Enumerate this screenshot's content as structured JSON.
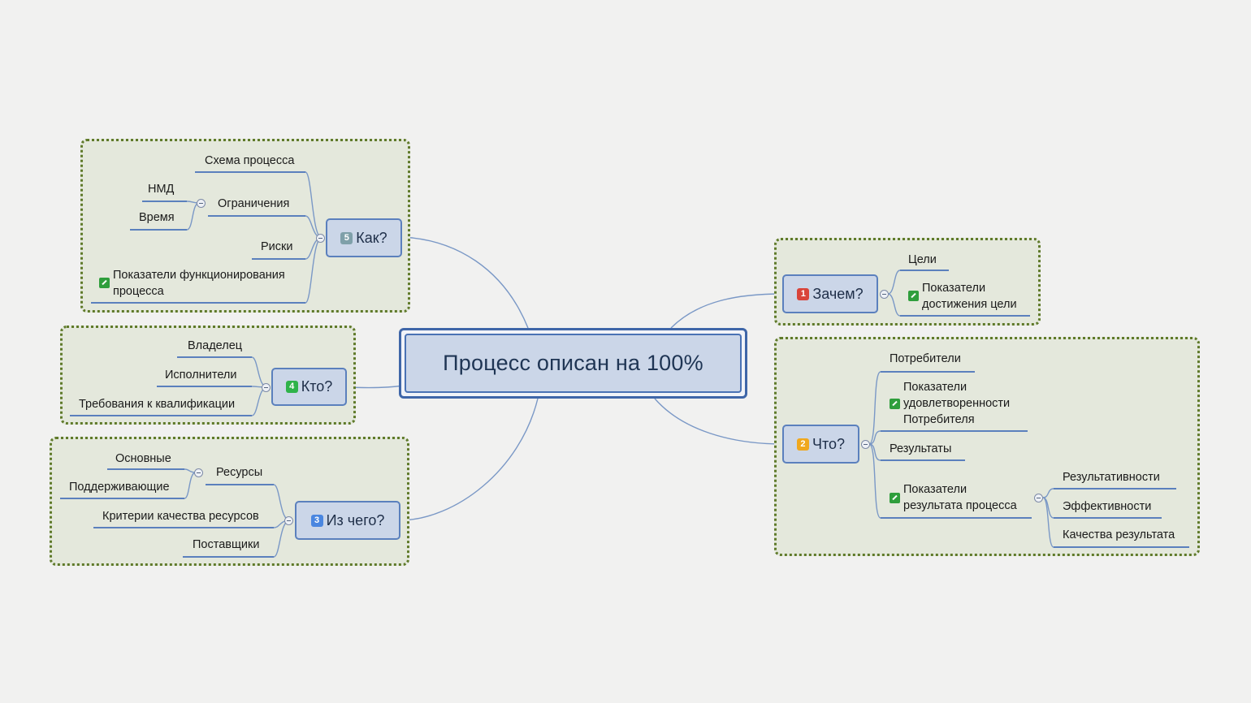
{
  "central": "Процесс описан на 100%",
  "topics": {
    "kak": {
      "num": "5",
      "label": "Как?",
      "color": "#7fa0a9"
    },
    "kto": {
      "num": "4",
      "label": "Кто?",
      "color": "#2fb34a"
    },
    "iz_chego": {
      "num": "3",
      "label": "Из чего?",
      "color": "#4a86e0"
    },
    "zachem": {
      "num": "1",
      "label": "Зачем?",
      "color": "#d9443a"
    },
    "chto": {
      "num": "2",
      "label": "Что?",
      "color": "#f0a81e"
    }
  },
  "kak": {
    "shema": "Схема процесса",
    "ogranicheniya": "Ограничения",
    "nmd": "НМД",
    "vremya": "Время",
    "riski": "Риски",
    "pokazateli_1": "Показатели функционирования",
    "pokazateli_2": "процесса"
  },
  "kto": {
    "vladelec": "Владелец",
    "ispolniteli": "Исполнители",
    "trebovaniya": "Требования к квалификации"
  },
  "iz_chego": {
    "resursy": "Ресурсы",
    "osnovnye": "Основные",
    "podderzhivayushchie": "Поддерживающие",
    "kriterii": "Критерии качества ресурсов",
    "postavshchiki": "Поставщики"
  },
  "zachem": {
    "celi": "Цели",
    "pokazateli_1": "Показатели",
    "pokazateli_2": "достижения цели"
  },
  "chto": {
    "potrebiteli": "Потребители",
    "udovl_1": "Показатели",
    "udovl_2": "удовлетворенности",
    "udovl_3": "Потребителя",
    "rezultaty": "Результаты",
    "rez_1": "Показатели",
    "rez_2": "результата процесса",
    "rezultativnosti": "Результативности",
    "effektivnosti": "Эффективности",
    "kachestva": "Качества результата"
  }
}
